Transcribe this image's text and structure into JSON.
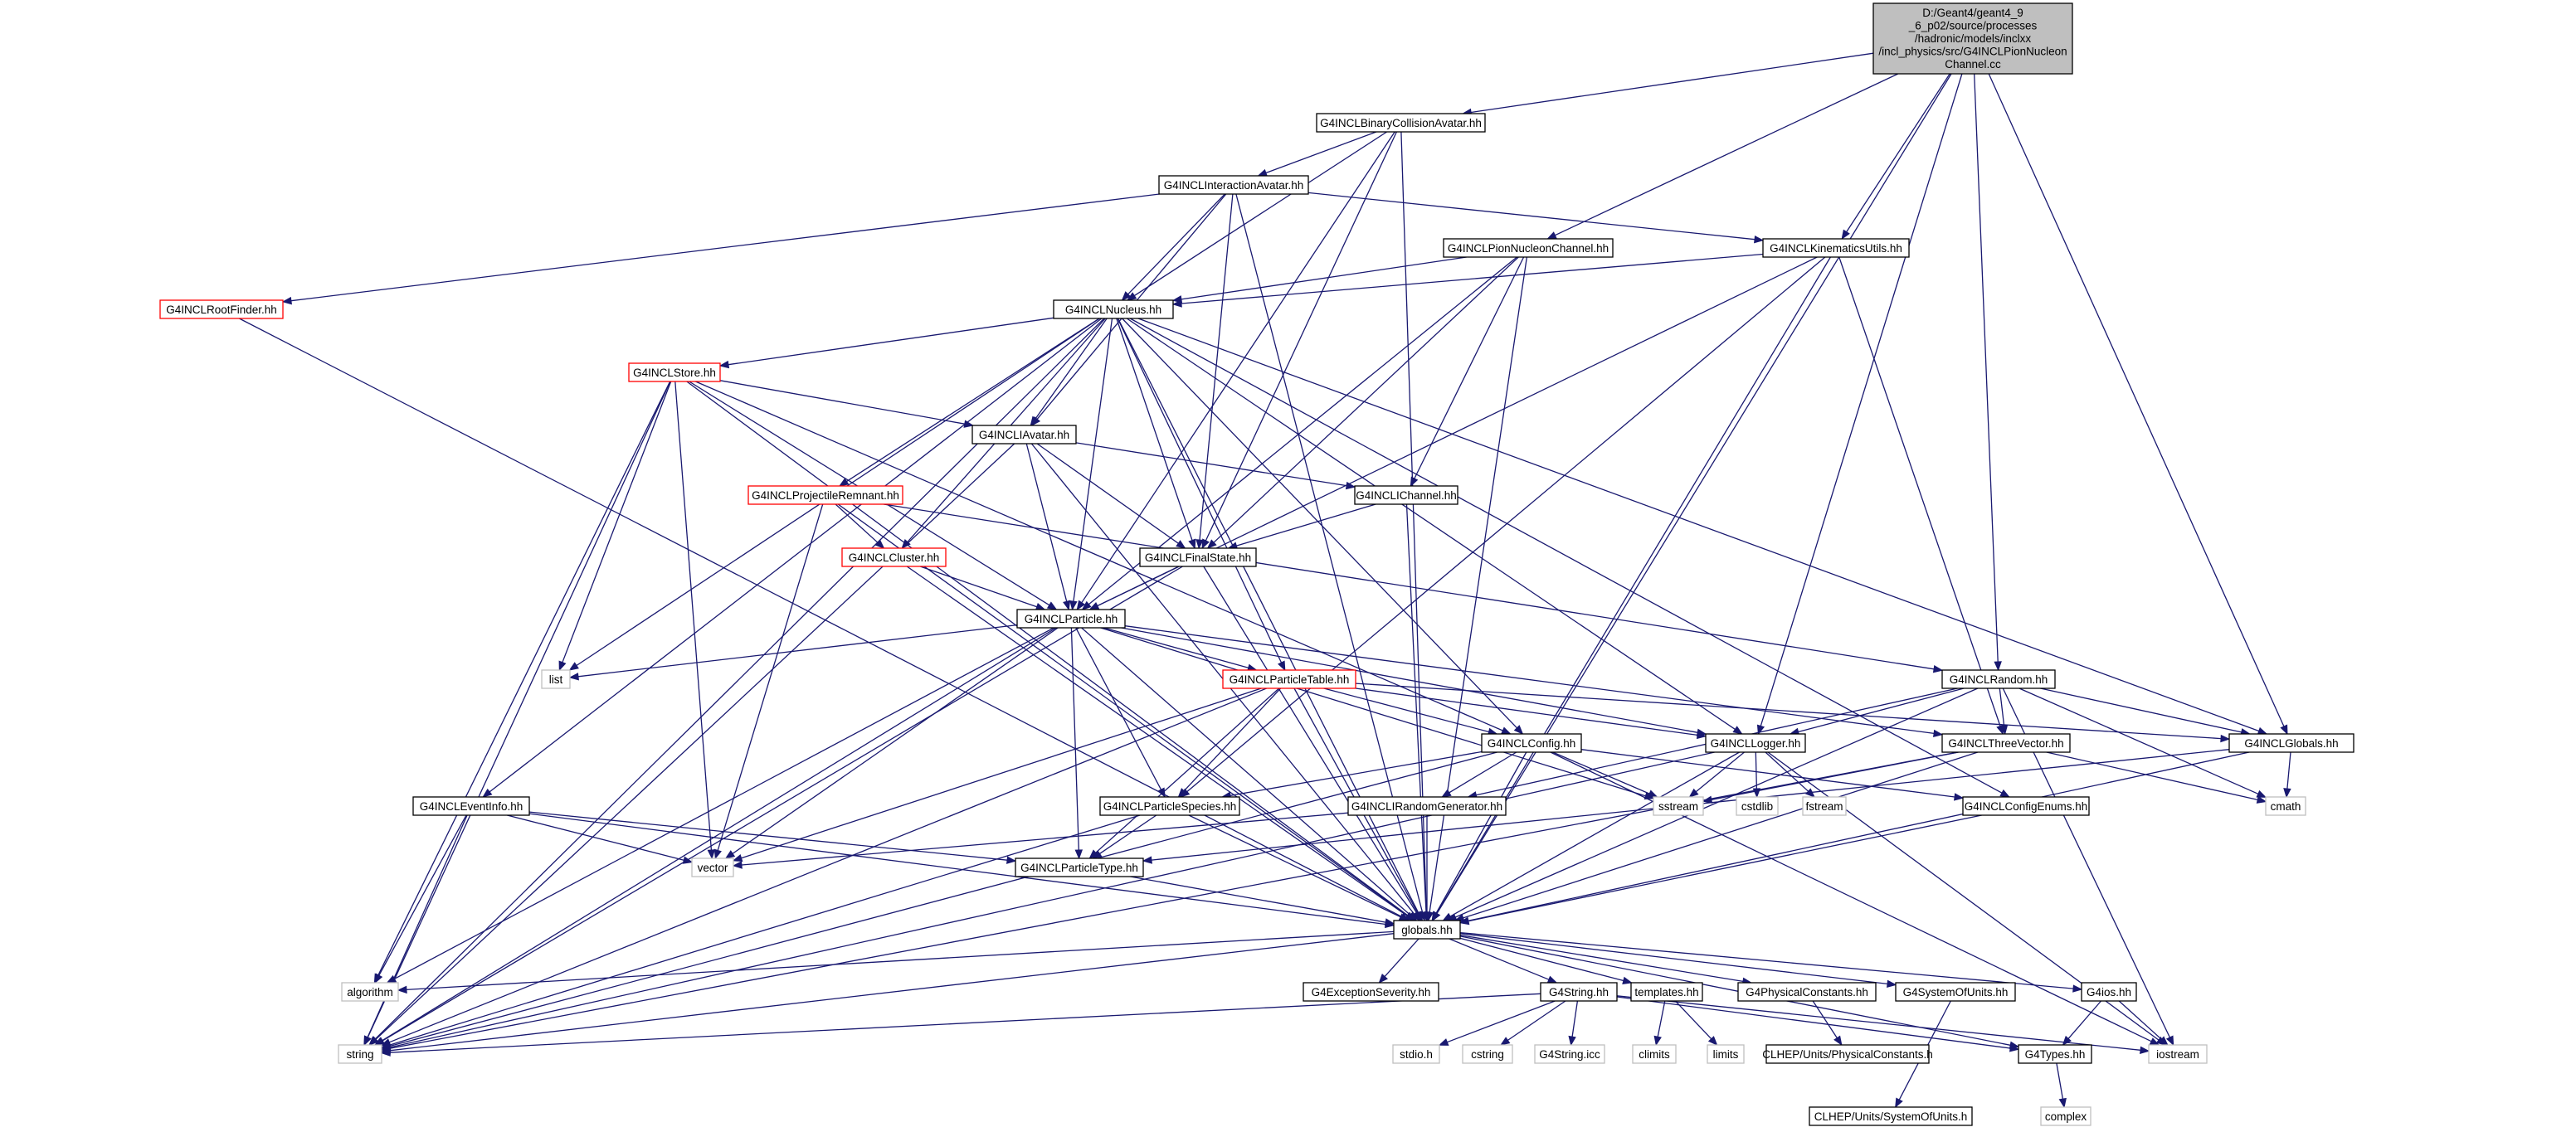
{
  "graph": {
    "title_lines": [
      "D:/Geant4/geant4_9",
      "_6_p02/source/processes",
      "/hadronic/models/inclxx",
      "/incl_physics/src/G4INCLPionNucleon",
      "Channel.cc"
    ],
    "colors": {
      "edge": "#191970",
      "root_fill": "#bfbfbf",
      "normal_border": "#000000",
      "truncated_border": "#ff0000",
      "external_border": "#bfbfbf"
    },
    "nodes": [
      {
        "id": "root",
        "label": "",
        "style": "root"
      },
      {
        "id": "binary",
        "label": "G4INCLBinaryCollisionAvatar.hh",
        "style": "normal"
      },
      {
        "id": "interaction",
        "label": "G4INCLInteractionAvatar.hh",
        "style": "normal"
      },
      {
        "id": "pionchannel",
        "label": "G4INCLPionNucleonChannel.hh",
        "style": "normal"
      },
      {
        "id": "kinematics",
        "label": "G4INCLKinematicsUtils.hh",
        "style": "normal"
      },
      {
        "id": "rootfinder",
        "label": "G4INCLRootFinder.hh",
        "style": "truncated"
      },
      {
        "id": "nucleus",
        "label": "G4INCLNucleus.hh",
        "style": "normal"
      },
      {
        "id": "store",
        "label": "G4INCLStore.hh",
        "style": "truncated"
      },
      {
        "id": "iavatar",
        "label": "G4INCLIAvatar.hh",
        "style": "normal"
      },
      {
        "id": "projectile",
        "label": "G4INCLProjectileRemnant.hh",
        "style": "truncated"
      },
      {
        "id": "ichannel",
        "label": "G4INCLIChannel.hh",
        "style": "normal"
      },
      {
        "id": "cluster",
        "label": "G4INCLCluster.hh",
        "style": "truncated"
      },
      {
        "id": "finalstate",
        "label": "G4INCLFinalState.hh",
        "style": "normal"
      },
      {
        "id": "particle",
        "label": "G4INCLParticle.hh",
        "style": "normal"
      },
      {
        "id": "list",
        "label": "list",
        "style": "external"
      },
      {
        "id": "ptable",
        "label": "G4INCLParticleTable.hh",
        "style": "truncated"
      },
      {
        "id": "random",
        "label": "G4INCLRandom.hh",
        "style": "normal"
      },
      {
        "id": "config",
        "label": "G4INCLConfig.hh",
        "style": "normal"
      },
      {
        "id": "logger",
        "label": "G4INCLLogger.hh",
        "style": "normal"
      },
      {
        "id": "threevector",
        "label": "G4INCLThreeVector.hh",
        "style": "normal"
      },
      {
        "id": "globals",
        "label": "G4INCLGlobals.hh",
        "style": "normal"
      },
      {
        "id": "eventinfo",
        "label": "G4INCLEventInfo.hh",
        "style": "normal"
      },
      {
        "id": "species",
        "label": "G4INCLParticleSpecies.hh",
        "style": "normal"
      },
      {
        "id": "irandom",
        "label": "G4INCLIRandomGenerator.hh",
        "style": "normal"
      },
      {
        "id": "sstream",
        "label": "sstream",
        "style": "external"
      },
      {
        "id": "cstdlib",
        "label": "cstdlib",
        "style": "external"
      },
      {
        "id": "fstream",
        "label": "fstream",
        "style": "external"
      },
      {
        "id": "configenums",
        "label": "G4INCLConfigEnums.hh",
        "style": "normal"
      },
      {
        "id": "cmath",
        "label": "cmath",
        "style": "external"
      },
      {
        "id": "vector",
        "label": "vector",
        "style": "external"
      },
      {
        "id": "ptype",
        "label": "G4INCLParticleType.hh",
        "style": "normal"
      },
      {
        "id": "globalshh",
        "label": "globals.hh",
        "style": "normal"
      },
      {
        "id": "algorithm",
        "label": "algorithm",
        "style": "external"
      },
      {
        "id": "exception",
        "label": "G4ExceptionSeverity.hh",
        "style": "normal"
      },
      {
        "id": "g4string",
        "label": "G4String.hh",
        "style": "normal"
      },
      {
        "id": "templates",
        "label": "templates.hh",
        "style": "normal"
      },
      {
        "id": "physconst",
        "label": "G4PhysicalConstants.hh",
        "style": "normal"
      },
      {
        "id": "sysunits",
        "label": "G4SystemOfUnits.hh",
        "style": "normal"
      },
      {
        "id": "g4ios",
        "label": "G4ios.hh",
        "style": "normal"
      },
      {
        "id": "string",
        "label": "string",
        "style": "external"
      },
      {
        "id": "stdio",
        "label": "stdio.h",
        "style": "external"
      },
      {
        "id": "cstring",
        "label": "cstring",
        "style": "external"
      },
      {
        "id": "g4stringicc",
        "label": "G4String.icc",
        "style": "external"
      },
      {
        "id": "climits",
        "label": "climits",
        "style": "external"
      },
      {
        "id": "limits",
        "label": "limits",
        "style": "external"
      },
      {
        "id": "clhepphys",
        "label": "CLHEP/Units/PhysicalConstants.h",
        "style": "normal"
      },
      {
        "id": "g4types",
        "label": "G4Types.hh",
        "style": "normal"
      },
      {
        "id": "iostream",
        "label": "iostream",
        "style": "external"
      },
      {
        "id": "clhepunits",
        "label": "CLHEP/Units/SystemOfUnits.h",
        "style": "normal"
      },
      {
        "id": "complex",
        "label": "complex",
        "style": "external"
      }
    ],
    "edges": [
      [
        "root",
        "binary"
      ],
      [
        "root",
        "pionchannel"
      ],
      [
        "root",
        "kinematics"
      ],
      [
        "root",
        "random"
      ],
      [
        "root",
        "logger"
      ],
      [
        "root",
        "globals"
      ],
      [
        "root",
        "globalshh"
      ],
      [
        "binary",
        "interaction"
      ],
      [
        "binary",
        "nucleus"
      ],
      [
        "binary",
        "finalstate"
      ],
      [
        "binary",
        "particle"
      ],
      [
        "binary",
        "globalshh"
      ],
      [
        "interaction",
        "rootfinder"
      ],
      [
        "interaction",
        "nucleus"
      ],
      [
        "interaction",
        "iavatar"
      ],
      [
        "interaction",
        "finalstate"
      ],
      [
        "interaction",
        "kinematics"
      ],
      [
        "interaction",
        "globalshh"
      ],
      [
        "pionchannel",
        "nucleus"
      ],
      [
        "pionchannel",
        "ichannel"
      ],
      [
        "pionchannel",
        "finalstate"
      ],
      [
        "pionchannel",
        "particle"
      ],
      [
        "pionchannel",
        "globalshh"
      ],
      [
        "kinematics",
        "nucleus"
      ],
      [
        "kinematics",
        "particle"
      ],
      [
        "kinematics",
        "species"
      ],
      [
        "kinematics",
        "threevector"
      ],
      [
        "kinematics",
        "globalshh"
      ],
      [
        "rootfinder",
        "globalshh"
      ],
      [
        "nucleus",
        "store"
      ],
      [
        "nucleus",
        "iavatar"
      ],
      [
        "nucleus",
        "projectile"
      ],
      [
        "nucleus",
        "cluster"
      ],
      [
        "nucleus",
        "finalstate"
      ],
      [
        "nucleus",
        "particle"
      ],
      [
        "nucleus",
        "list"
      ],
      [
        "nucleus",
        "ptable"
      ],
      [
        "nucleus",
        "config"
      ],
      [
        "nucleus",
        "globals"
      ],
      [
        "nucleus",
        "configenums"
      ],
      [
        "nucleus",
        "eventinfo"
      ],
      [
        "nucleus",
        "string"
      ],
      [
        "nucleus",
        "globalshh"
      ],
      [
        "nucleus",
        "logger"
      ],
      [
        "store",
        "iavatar"
      ],
      [
        "store",
        "particle"
      ],
      [
        "store",
        "config"
      ],
      [
        "store",
        "list"
      ],
      [
        "store",
        "algorithm"
      ],
      [
        "store",
        "vector"
      ],
      [
        "store",
        "string"
      ],
      [
        "store",
        "globalshh"
      ],
      [
        "iavatar",
        "ichannel"
      ],
      [
        "iavatar",
        "finalstate"
      ],
      [
        "iavatar",
        "particle"
      ],
      [
        "iavatar",
        "string"
      ],
      [
        "iavatar",
        "globalshh"
      ],
      [
        "projectile",
        "cluster"
      ],
      [
        "projectile",
        "random"
      ],
      [
        "projectile",
        "vector"
      ],
      [
        "projectile",
        "globalshh"
      ],
      [
        "ichannel",
        "finalstate"
      ],
      [
        "ichannel",
        "globalshh"
      ],
      [
        "cluster",
        "particle"
      ],
      [
        "cluster",
        "globalshh"
      ],
      [
        "finalstate",
        "particle"
      ],
      [
        "finalstate",
        "string"
      ],
      [
        "finalstate",
        "globalshh"
      ],
      [
        "particle",
        "list"
      ],
      [
        "particle",
        "ptable"
      ],
      [
        "particle",
        "threevector"
      ],
      [
        "particle",
        "species"
      ],
      [
        "particle",
        "ptype"
      ],
      [
        "particle",
        "logger"
      ],
      [
        "particle",
        "sstream"
      ],
      [
        "particle",
        "algorithm"
      ],
      [
        "particle",
        "vector"
      ],
      [
        "particle",
        "string"
      ],
      [
        "particle",
        "globalshh"
      ],
      [
        "ptable",
        "config"
      ],
      [
        "ptable",
        "species"
      ],
      [
        "ptable",
        "ptype"
      ],
      [
        "ptable",
        "logger"
      ],
      [
        "ptable",
        "globals"
      ],
      [
        "ptable",
        "vector"
      ],
      [
        "ptable",
        "string"
      ],
      [
        "ptable",
        "globalshh"
      ],
      [
        "random",
        "threevector"
      ],
      [
        "random",
        "irandom"
      ],
      [
        "random",
        "logger"
      ],
      [
        "random",
        "globals"
      ],
      [
        "random",
        "cmath"
      ],
      [
        "random",
        "iostream"
      ],
      [
        "random",
        "globalshh"
      ],
      [
        "config",
        "species"
      ],
      [
        "config",
        "irandom"
      ],
      [
        "config",
        "configenums"
      ],
      [
        "config",
        "sstream"
      ],
      [
        "config",
        "string"
      ],
      [
        "config",
        "iostream"
      ],
      [
        "config",
        "globalshh"
      ],
      [
        "logger",
        "sstream"
      ],
      [
        "logger",
        "cstdlib"
      ],
      [
        "logger",
        "fstream"
      ],
      [
        "logger",
        "iostream"
      ],
      [
        "logger",
        "string"
      ],
      [
        "logger",
        "globalshh"
      ],
      [
        "threevector",
        "sstream"
      ],
      [
        "threevector",
        "cmath"
      ],
      [
        "threevector",
        "string"
      ],
      [
        "threevector",
        "globalshh"
      ],
      [
        "globals",
        "cmath"
      ],
      [
        "globals",
        "ptype"
      ],
      [
        "globals",
        "globalshh"
      ],
      [
        "eventinfo",
        "vector"
      ],
      [
        "eventinfo",
        "algorithm"
      ],
      [
        "eventinfo",
        "ptype"
      ],
      [
        "eventinfo",
        "string"
      ],
      [
        "eventinfo",
        "globalshh"
      ],
      [
        "species",
        "ptype"
      ],
      [
        "species",
        "string"
      ],
      [
        "species",
        "globalshh"
      ],
      [
        "irandom",
        "vector"
      ],
      [
        "irandom",
        "globalshh"
      ],
      [
        "configenums",
        "globalshh"
      ],
      [
        "ptype",
        "globalshh"
      ],
      [
        "globalshh",
        "algorithm"
      ],
      [
        "globalshh",
        "exception"
      ],
      [
        "globalshh",
        "g4string"
      ],
      [
        "globalshh",
        "templates"
      ],
      [
        "globalshh",
        "physconst"
      ],
      [
        "globalshh",
        "sysunits"
      ],
      [
        "globalshh",
        "g4ios"
      ],
      [
        "globalshh",
        "g4types"
      ],
      [
        "globalshh",
        "string"
      ],
      [
        "g4string",
        "stdio"
      ],
      [
        "g4string",
        "cstring"
      ],
      [
        "g4string",
        "g4stringicc"
      ],
      [
        "g4string",
        "string"
      ],
      [
        "g4string",
        "g4types"
      ],
      [
        "g4string",
        "iostream"
      ],
      [
        "templates",
        "climits"
      ],
      [
        "templates",
        "limits"
      ],
      [
        "physconst",
        "clhepphys"
      ],
      [
        "sysunits",
        "clhepunits"
      ],
      [
        "g4ios",
        "g4types"
      ],
      [
        "g4ios",
        "iostream"
      ],
      [
        "g4types",
        "complex"
      ]
    ]
  }
}
